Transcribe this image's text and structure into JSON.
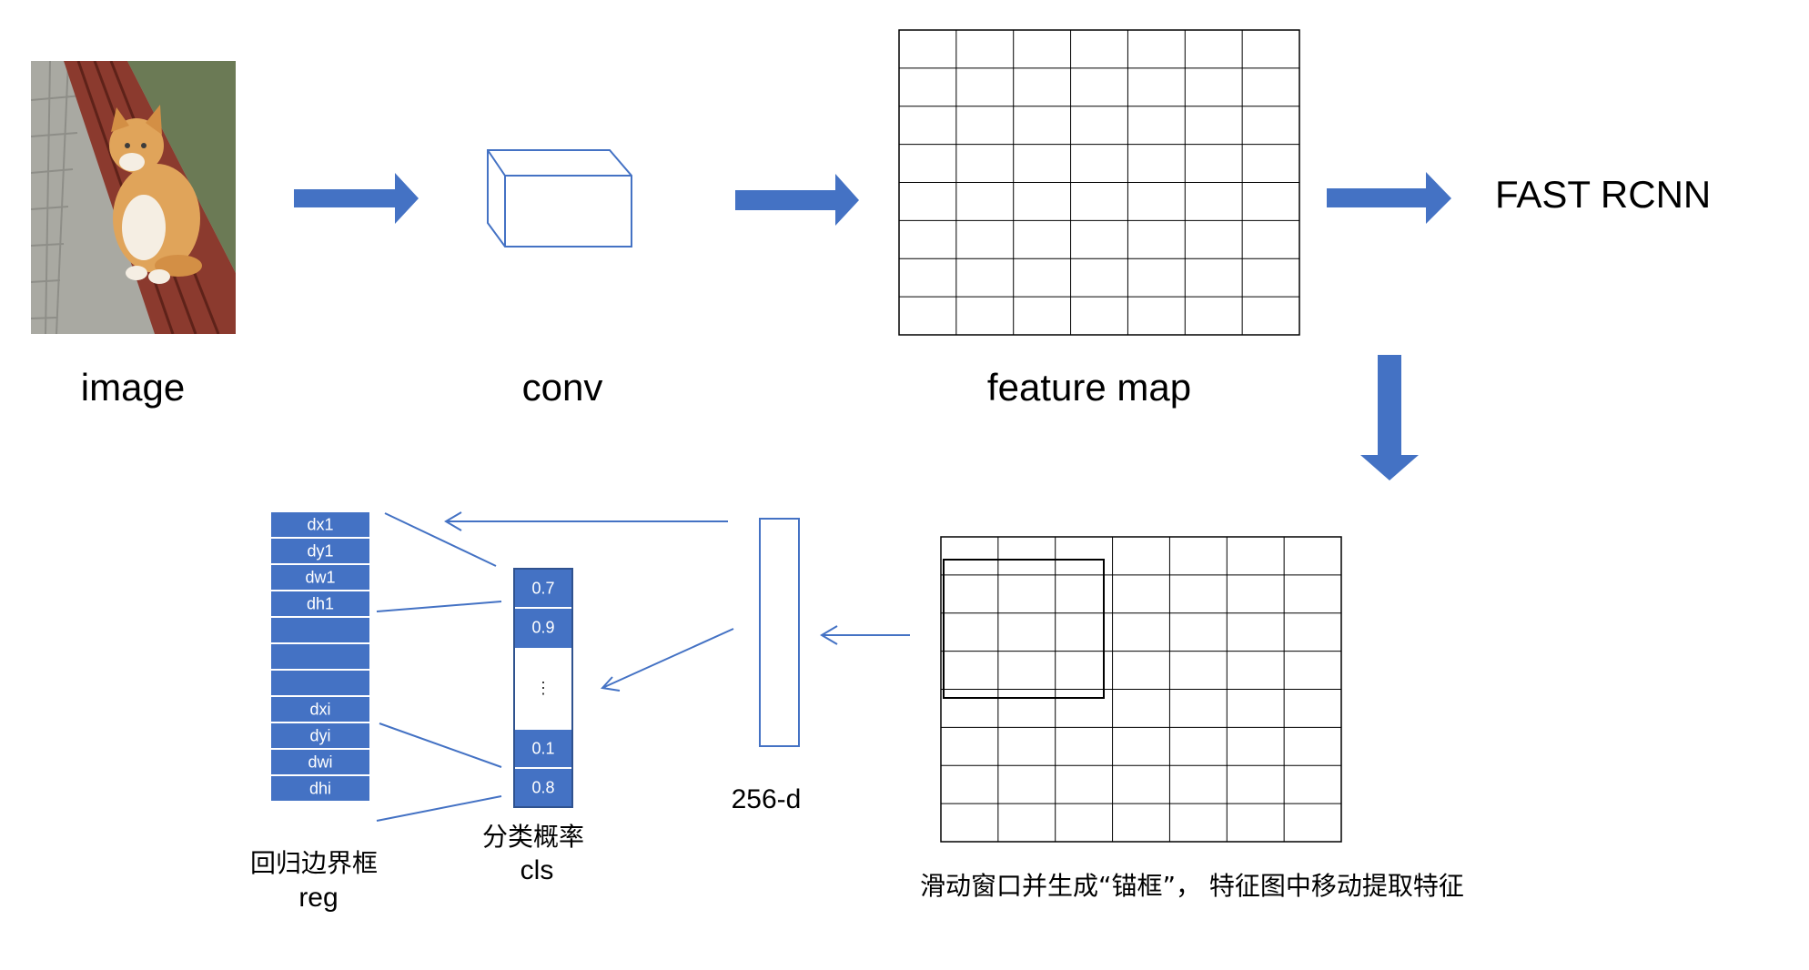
{
  "colors": {
    "arrow": "#4472C4",
    "cell_fill": "#4472C4",
    "cell_border": "#2F528F",
    "grid_line": "#000000",
    "photo_bench": "#8B3A2E",
    "photo_cat": "#E0A45A"
  },
  "stages": {
    "image": "image",
    "conv": "conv",
    "feature_map": "feature map",
    "fast_rcnn": "FAST RCNN"
  },
  "vector": {
    "label": "256-d"
  },
  "reg": {
    "title_cn": "回归边界框",
    "title_en": "reg",
    "cells": [
      "dx1",
      "dy1",
      "dw1",
      "dh1",
      "",
      "",
      "",
      "dxi",
      "dyi",
      "dwi",
      "dhi"
    ]
  },
  "cls": {
    "title_cn": "分类概率",
    "title_en": "cls",
    "cells": [
      "0.7",
      "0.9",
      "⋮",
      "0.1",
      "0.8"
    ]
  },
  "sliding": {
    "caption": "滑动窗口并生成“锚框”， 特征图中移动提取特征"
  },
  "icons": {
    "photo": "cat-photo-icon",
    "conv_box": "conv-cuboid-icon"
  }
}
